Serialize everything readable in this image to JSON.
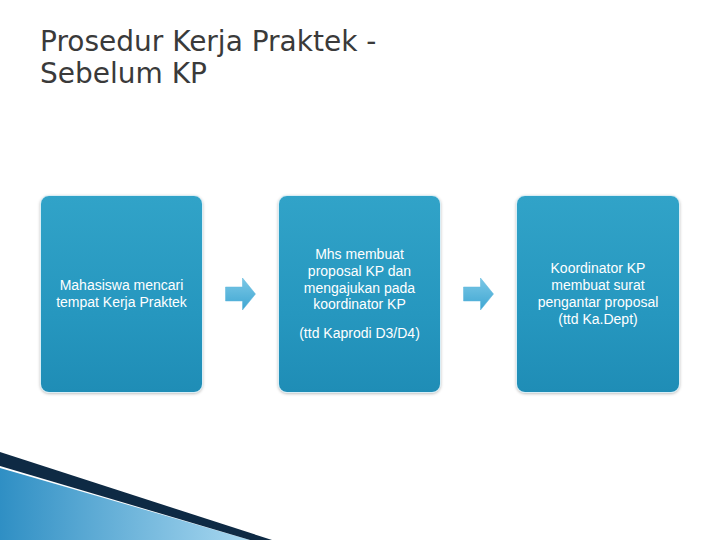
{
  "diagram": {
    "title": "Prosedur Kerja Praktek - Sebelum KP",
    "nodes": [
      {
        "text": [
          "Mahasiswa mencari tempat Kerja Praktek"
        ]
      },
      {
        "text": [
          "Mhs membuat proposal KP dan mengajukan pada koordinator KP",
          "(ttd Kaprodi D3/D4)"
        ]
      },
      {
        "text": [
          "Koordinator KP membuat surat pengantar proposal (ttd Ka.Dept)"
        ]
      }
    ],
    "edges": [
      {
        "from": 0,
        "to": 1,
        "arrow": "to"
      },
      {
        "from": 1,
        "to": 2,
        "arrow": "to"
      }
    ]
  }
}
